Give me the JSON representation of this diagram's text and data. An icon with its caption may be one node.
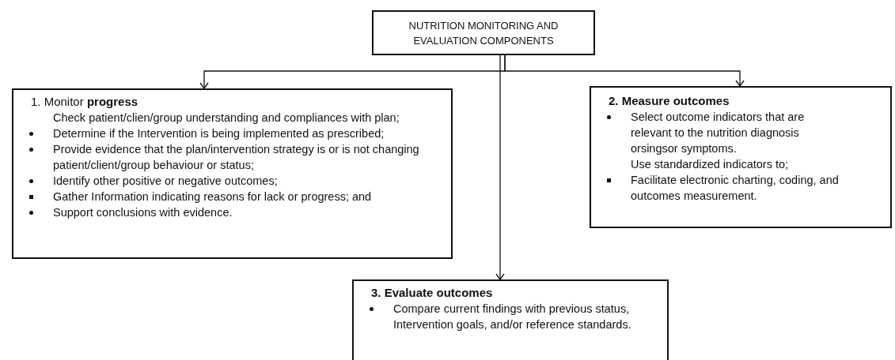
{
  "diagram": {
    "nodes": [
      {
        "text": [
          "NUTRITION MONITORING AND EVALUATION COMPONENTS"
        ]
      },
      {
        "text": [
          "1. Monitor **progress**",
          "Check patient/clien/group understanding and compliances with plan;",
          "Determine if the Intervention is being implemented as prescribed;",
          "Provide evidence that the plan/intervention strategy is or is not changing patient/client/group behaviour or status;",
          "Identify other positive or negative outcomes;",
          "Gather Information indicating reasons for lack or progress; and",
          "Support conclusions with evidence."
        ]
      },
      {
        "text": [
          "2. Measure outcomes",
          "Select outcome indicators that are relevant to the nutrition diagnosis orsingsor symptoms.",
          "Use standardized indicators to;",
          "Facilitate electronic charting, coding, and outcomes measurement."
        ]
      },
      {
        "text": [
          "3. Evaluate outcomes",
          "Compare current findings with previous status, Intervention goals, and/or reference standards."
        ]
      }
    ],
    "edges": [
      {
        "from": 0,
        "to": 1,
        "arrow": "to"
      },
      {
        "from": 0,
        "to": 2,
        "arrow": "to"
      },
      {
        "from": 0,
        "to": 3,
        "arrow": "to"
      }
    ]
  }
}
